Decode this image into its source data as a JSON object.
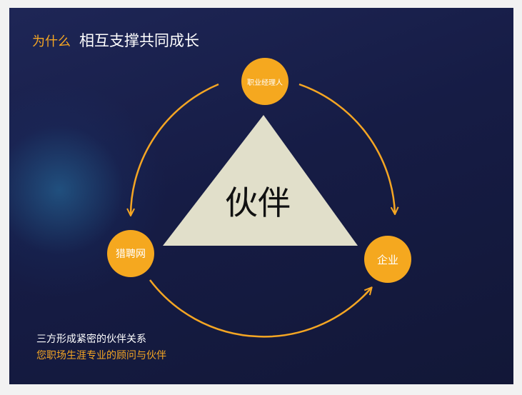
{
  "title": {
    "prefix": "为什么",
    "main": "相互支撑共同成长"
  },
  "diagram": {
    "center": "伙伴",
    "nodes": {
      "top": "职业经理人",
      "left": "猎聘网",
      "right": "企业"
    }
  },
  "tagline": {
    "line1": "三方形成紧密的伙伴关系",
    "line2": "您职场生涯专业的顾问与伙伴"
  },
  "colors": {
    "accent": "#f5a623",
    "background": "#161c45",
    "triangle": "#e1dfca"
  }
}
